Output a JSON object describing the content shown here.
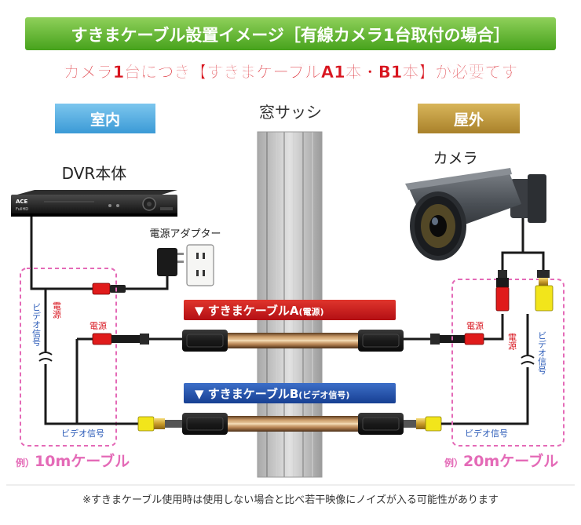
{
  "banner": {
    "title": "すきまケーブル設置イメージ［有線カメラ1台取付の場合］"
  },
  "headline": "カメラ1台につき【すきまケーブルA1本・B1本】が必要です",
  "zones": {
    "indoor": "室内",
    "window": "窓サッシ",
    "outdoor": "屋外"
  },
  "devices": {
    "dvr_label": "DVR本体",
    "dvr_brand": "ACE",
    "dvr_sub": "FullHD",
    "adapter_label": "電源アダプター",
    "camera_label": "カメラ"
  },
  "cables": {
    "a_prefix": "▼ すきまケーブルA",
    "a_suffix": "(電源)",
    "b_prefix": "▼ すきまケーブルB",
    "b_suffix": "(ビデオ信号)"
  },
  "labels": {
    "power": "電源",
    "video": "ビデオ信号",
    "left_note_prefix": "例）",
    "left_note": "10mケーブル",
    "right_note_prefix": "例）",
    "right_note": "20mケーブル"
  },
  "footnote": "※すきまケーブル使用時は使用しない場合と比べ若干映像にノイズが入る可能性があります",
  "colors": {
    "banner_green": "#5fb82e",
    "headline_red": "#d8141e",
    "indoor_blue": "#4aa8df",
    "outdoor_gold": "#b8922f",
    "cable_a_red": "#c9141a",
    "cable_b_blue": "#1f4fa8",
    "dashed_pink": "#e46ab7",
    "connector_red": "#e01b1b",
    "connector_yellow": "#f2e51b",
    "copper": "#a87a4e"
  }
}
